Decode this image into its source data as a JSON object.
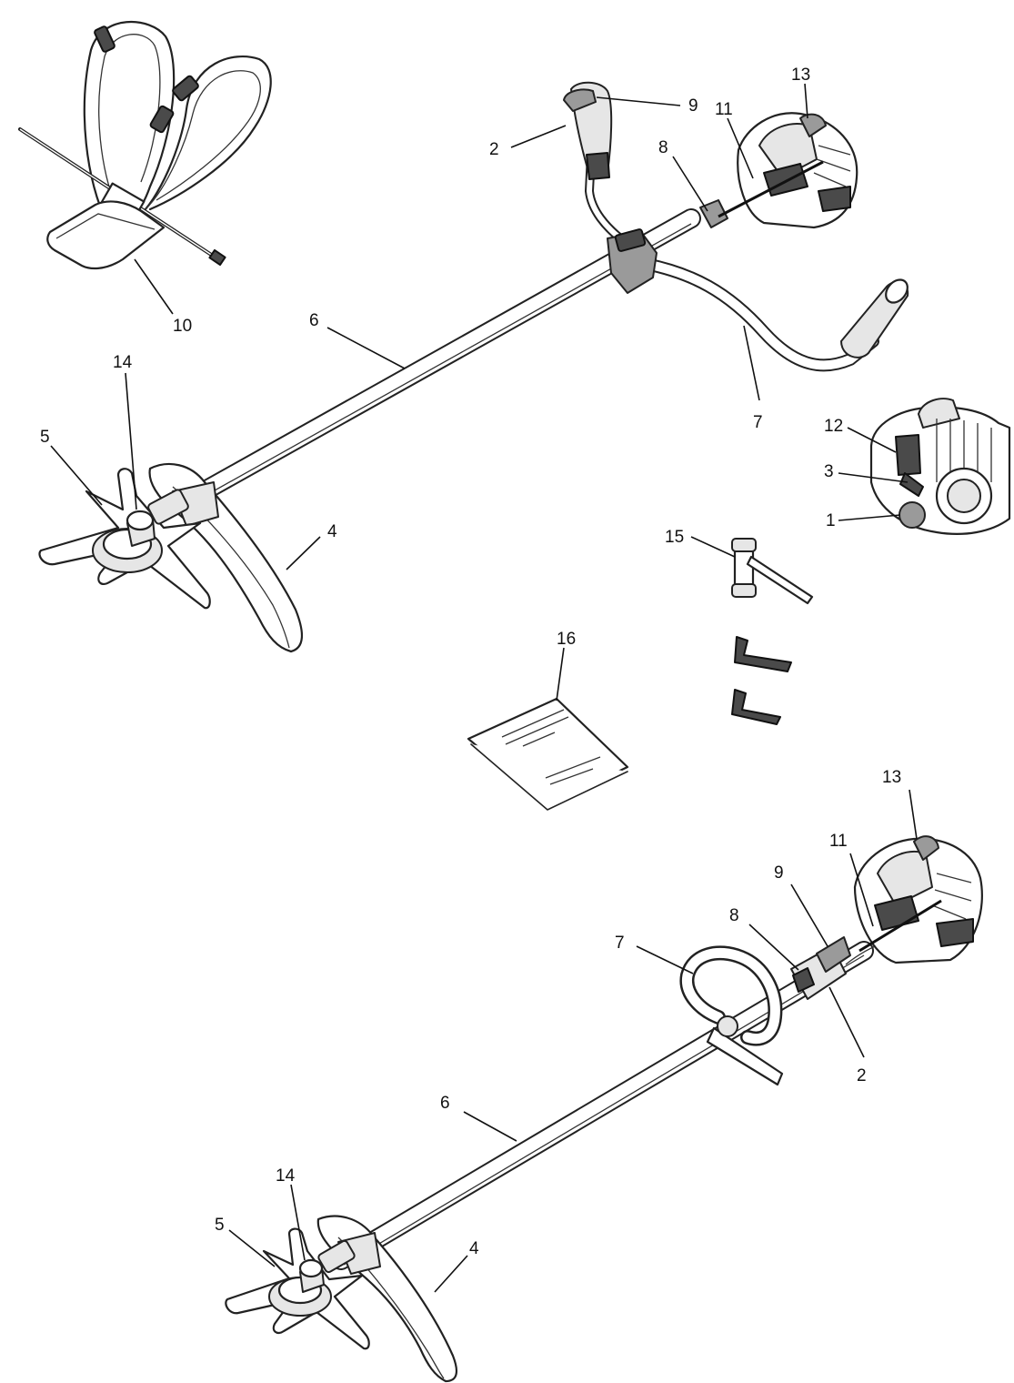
{
  "labels": {
    "1": "1",
    "2": "2",
    "3": "3",
    "4": "4",
    "5": "5",
    "6": "6",
    "7": "7",
    "8": "8",
    "9": "9",
    "10": "10",
    "11": "11",
    "12": "12",
    "13": "13",
    "14": "14",
    "15": "15",
    "16": "16"
  },
  "colors": {
    "line": "#111111",
    "fill_light": "#e6e6e6",
    "fill_mid": "#9a9a9a",
    "fill_dark": "#4a4a4a",
    "background": "#ffffff"
  }
}
